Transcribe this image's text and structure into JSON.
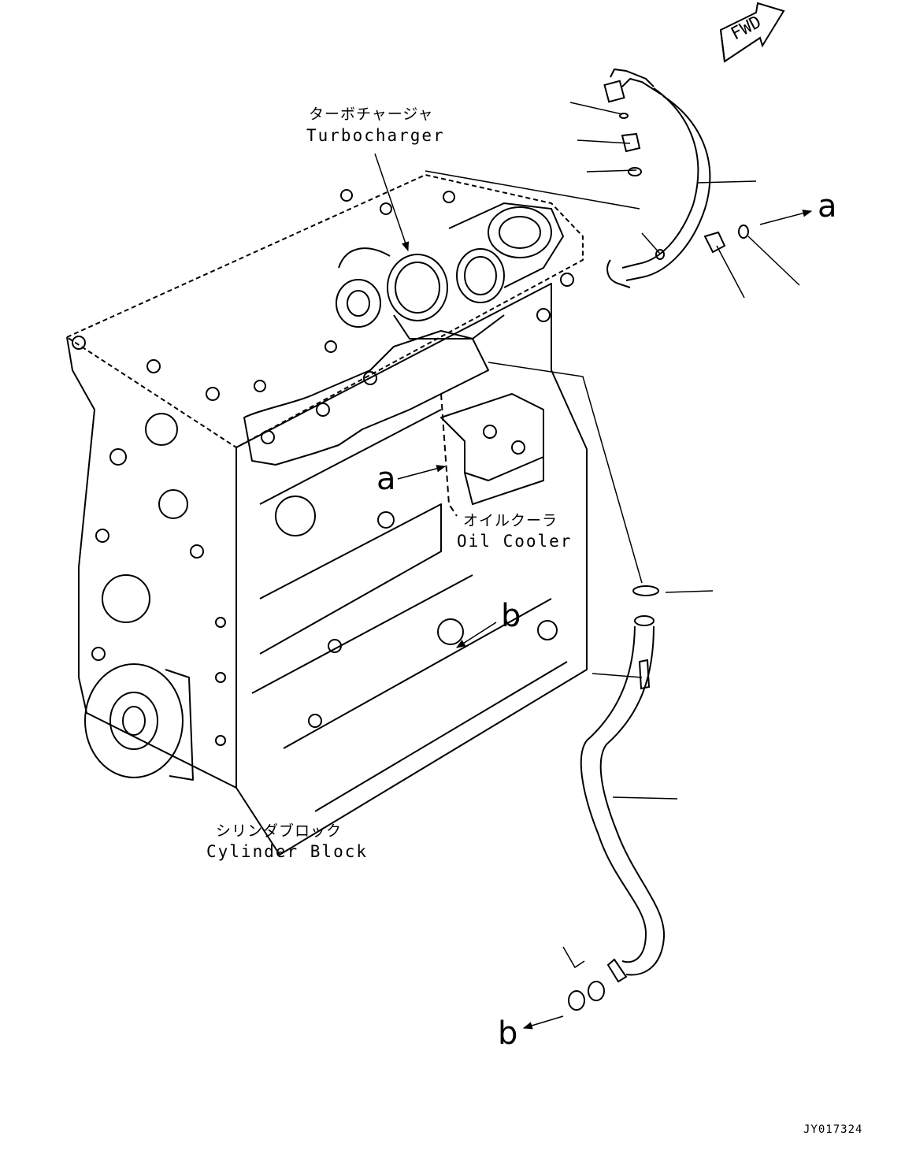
{
  "direction_marker": "FWD",
  "labels": {
    "turbocharger_ja": "ターボチャージャ",
    "turbocharger_en": "Turbocharger",
    "oil_cooler_ja": "オイルクーラ",
    "oil_cooler_en": "Oil Cooler",
    "cylinder_block_ja": "シリンダブロック",
    "cylinder_block_en": "Cylinder Block"
  },
  "refs": {
    "a": "a",
    "b": "b"
  },
  "drawing_code": "JY017324"
}
